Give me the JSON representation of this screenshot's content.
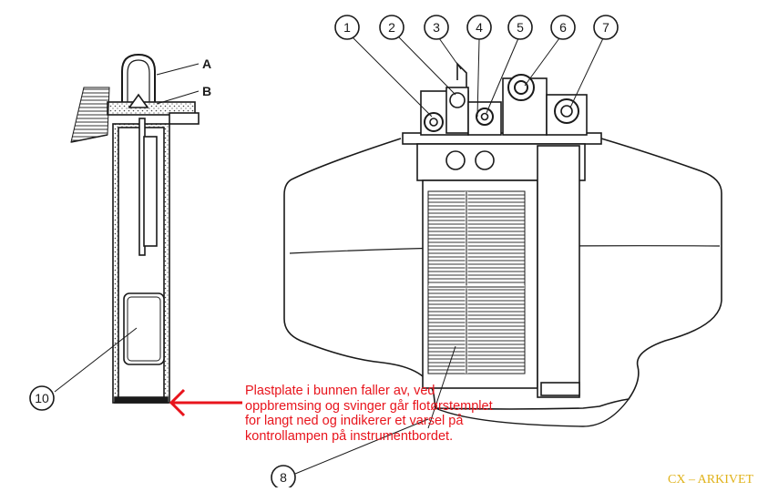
{
  "callouts": [
    {
      "id": "1",
      "label": "1"
    },
    {
      "id": "2",
      "label": "2"
    },
    {
      "id": "3",
      "label": "3"
    },
    {
      "id": "4",
      "label": "4"
    },
    {
      "id": "5",
      "label": "5"
    },
    {
      "id": "6",
      "label": "6"
    },
    {
      "id": "7",
      "label": "7"
    },
    {
      "id": "8",
      "label": "8"
    },
    {
      "id": "10",
      "label": "10"
    }
  ],
  "letter_labels": {
    "a": "A",
    "b": "B"
  },
  "annotation": {
    "lines": [
      "Plastplate i bunnen faller av, ved",
      "oppbremsing og svinger går flotørstemplet",
      "for langt ned og indikerer et varsel på",
      "kontrollampen på instrumentbordet."
    ],
    "color": "#e8141c"
  },
  "watermark": {
    "text": "CX – ARKIVET",
    "color": "#e0b21a"
  },
  "ink_color": "#1a1a1a"
}
